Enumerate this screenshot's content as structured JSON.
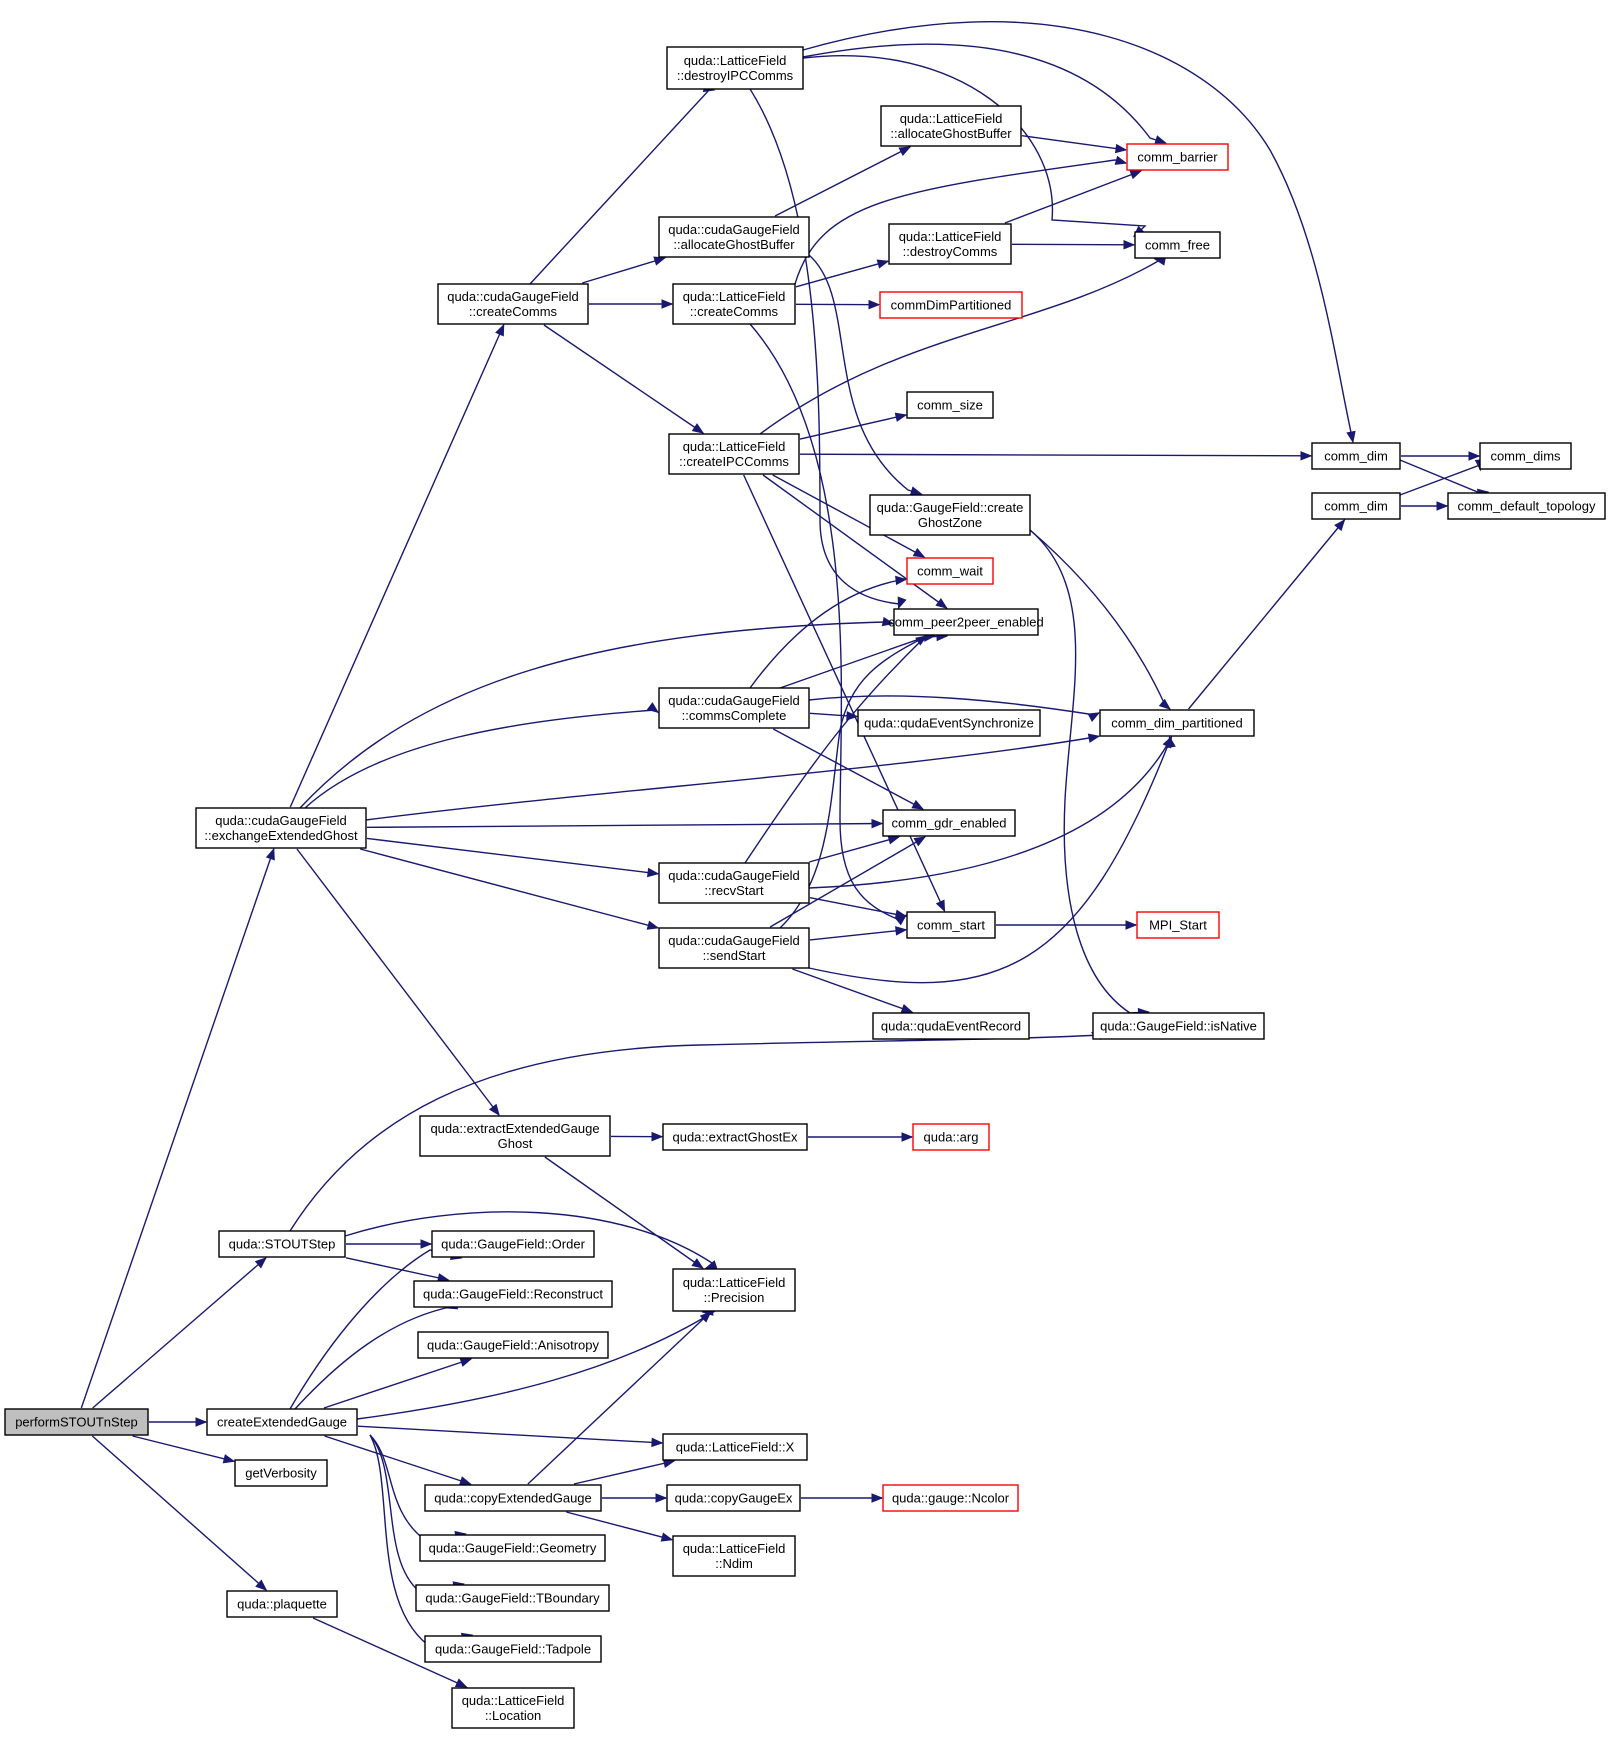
{
  "nodes": [
    {
      "id": "performSTOUTnStep",
      "lines": [
        "performSTOUTnStep"
      ],
      "style": "root"
    },
    {
      "id": "createExtendedGauge",
      "lines": [
        "createExtendedGauge"
      ],
      "style": "normal"
    },
    {
      "id": "getVerbosity",
      "lines": [
        "getVerbosity"
      ],
      "style": "normal"
    },
    {
      "id": "plaquette",
      "lines": [
        "quda::plaquette"
      ],
      "style": "normal"
    },
    {
      "id": "STOUTStep",
      "lines": [
        "quda::STOUTStep"
      ],
      "style": "normal"
    },
    {
      "id": "exchangeExtendedGhost",
      "lines": [
        "quda::cudaGaugeField",
        "::exchangeExtendedGhost"
      ],
      "style": "normal"
    },
    {
      "id": "cgf_createComms",
      "lines": [
        "quda::cudaGaugeField",
        "::createComms"
      ],
      "style": "normal"
    },
    {
      "id": "lf_destroyIPCComms",
      "lines": [
        "quda::LatticeField",
        "::destroyIPCComms"
      ],
      "style": "normal"
    },
    {
      "id": "lf_allocateGhostBuffer",
      "lines": [
        "quda::LatticeField",
        "::allocateGhostBuffer"
      ],
      "style": "normal"
    },
    {
      "id": "cgf_allocateGhostBuffer",
      "lines": [
        "quda::cudaGaugeField",
        "::allocateGhostBuffer"
      ],
      "style": "normal"
    },
    {
      "id": "lf_destroyComms",
      "lines": [
        "quda::LatticeField",
        "::destroyComms"
      ],
      "style": "normal"
    },
    {
      "id": "lf_createComms",
      "lines": [
        "quda::LatticeField",
        "::createComms"
      ],
      "style": "normal"
    },
    {
      "id": "commDimPartitioned",
      "lines": [
        "commDimPartitioned"
      ],
      "style": "red"
    },
    {
      "id": "comm_barrier",
      "lines": [
        "comm_barrier"
      ],
      "style": "red"
    },
    {
      "id": "comm_free",
      "lines": [
        "comm_free"
      ],
      "style": "normal"
    },
    {
      "id": "comm_size",
      "lines": [
        "comm_size"
      ],
      "style": "normal"
    },
    {
      "id": "lf_createIPCComms",
      "lines": [
        "quda::LatticeField",
        "::createIPCComms"
      ],
      "style": "normal"
    },
    {
      "id": "comm_dim_a",
      "lines": [
        "comm_dim"
      ],
      "style": "normal"
    },
    {
      "id": "comm_dim_b",
      "lines": [
        "comm_dim"
      ],
      "style": "normal"
    },
    {
      "id": "comm_dims",
      "lines": [
        "comm_dims"
      ],
      "style": "normal"
    },
    {
      "id": "comm_default_topology",
      "lines": [
        "comm_default_topology"
      ],
      "style": "normal"
    },
    {
      "id": "gf_createGhostZone",
      "lines": [
        "quda::GaugeField::create",
        "GhostZone"
      ],
      "style": "normal"
    },
    {
      "id": "comm_wait",
      "lines": [
        "comm_wait"
      ],
      "style": "red"
    },
    {
      "id": "comm_peer2peer_enabled",
      "lines": [
        "comm_peer2peer_enabled"
      ],
      "style": "normal"
    },
    {
      "id": "cgf_commsComplete",
      "lines": [
        "quda::cudaGaugeField",
        "::commsComplete"
      ],
      "style": "normal"
    },
    {
      "id": "qudaEventSynchronize",
      "lines": [
        "quda::qudaEventSynchronize"
      ],
      "style": "normal"
    },
    {
      "id": "comm_dim_partitioned",
      "lines": [
        "comm_dim_partitioned"
      ],
      "style": "normal"
    },
    {
      "id": "comm_gdr_enabled",
      "lines": [
        "comm_gdr_enabled"
      ],
      "style": "normal"
    },
    {
      "id": "cgf_recvStart",
      "lines": [
        "quda::cudaGaugeField",
        "::recvStart"
      ],
      "style": "normal"
    },
    {
      "id": "cgf_sendStart",
      "lines": [
        "quda::cudaGaugeField",
        "::sendStart"
      ],
      "style": "normal"
    },
    {
      "id": "comm_start",
      "lines": [
        "comm_start"
      ],
      "style": "normal"
    },
    {
      "id": "MPI_Start",
      "lines": [
        "MPI_Start"
      ],
      "style": "red"
    },
    {
      "id": "qudaEventRecord",
      "lines": [
        "quda::qudaEventRecord"
      ],
      "style": "normal"
    },
    {
      "id": "gf_isNative",
      "lines": [
        "quda::GaugeField::isNative"
      ],
      "style": "normal"
    },
    {
      "id": "extractExtendedGaugeGhost",
      "lines": [
        "quda::extractExtendedGauge",
        "Ghost"
      ],
      "style": "normal"
    },
    {
      "id": "extractGhostEx",
      "lines": [
        "quda::extractGhostEx"
      ],
      "style": "normal"
    },
    {
      "id": "quda_arg",
      "lines": [
        "quda::arg"
      ],
      "style": "red"
    },
    {
      "id": "lf_Precision",
      "lines": [
        "quda::LatticeField",
        "::Precision"
      ],
      "style": "normal"
    },
    {
      "id": "gf_Order",
      "lines": [
        "quda::GaugeField::Order"
      ],
      "style": "normal"
    },
    {
      "id": "gf_Reconstruct",
      "lines": [
        "quda::GaugeField::Reconstruct"
      ],
      "style": "normal"
    },
    {
      "id": "gf_Anisotropy",
      "lines": [
        "quda::GaugeField::Anisotropy"
      ],
      "style": "normal"
    },
    {
      "id": "lf_X",
      "lines": [
        "quda::LatticeField::X"
      ],
      "style": "normal"
    },
    {
      "id": "copyExtendedGauge",
      "lines": [
        "quda::copyExtendedGauge"
      ],
      "style": "normal"
    },
    {
      "id": "copyGaugeEx",
      "lines": [
        "quda::copyGaugeEx"
      ],
      "style": "normal"
    },
    {
      "id": "gauge_Ncolor",
      "lines": [
        "quda::gauge::Ncolor"
      ],
      "style": "red"
    },
    {
      "id": "lf_Ndim",
      "lines": [
        "quda::LatticeField",
        "::Ndim"
      ],
      "style": "normal"
    },
    {
      "id": "gf_Geometry",
      "lines": [
        "quda::GaugeField::Geometry"
      ],
      "style": "normal"
    },
    {
      "id": "gf_TBoundary",
      "lines": [
        "quda::GaugeField::TBoundary"
      ],
      "style": "normal"
    },
    {
      "id": "gf_Tadpole",
      "lines": [
        "quda::GaugeField::Tadpole"
      ],
      "style": "normal"
    },
    {
      "id": "lf_Location",
      "lines": [
        "quda::LatticeField",
        "::Location"
      ],
      "style": "normal"
    }
  ],
  "edges": [
    [
      "performSTOUTnStep",
      "createExtendedGauge"
    ],
    [
      "performSTOUTnStep",
      "getVerbosity"
    ],
    [
      "performSTOUTnStep",
      "plaquette"
    ],
    [
      "performSTOUTnStep",
      "STOUTStep"
    ],
    [
      "performSTOUTnStep",
      "exchangeExtendedGhost"
    ],
    [
      "plaquette",
      "lf_Location"
    ],
    [
      "STOUTStep",
      "gf_isNative"
    ],
    [
      "STOUTStep",
      "lf_Precision"
    ],
    [
      "STOUTStep",
      "gf_Order"
    ],
    [
      "STOUTStep",
      "gf_Reconstruct"
    ],
    [
      "createExtendedGauge",
      "gf_Order"
    ],
    [
      "createExtendedGauge",
      "gf_Reconstruct"
    ],
    [
      "createExtendedGauge",
      "gf_Anisotropy"
    ],
    [
      "createExtendedGauge",
      "lf_Precision"
    ],
    [
      "createExtendedGauge",
      "lf_X"
    ],
    [
      "createExtendedGauge",
      "copyExtendedGauge"
    ],
    [
      "createExtendedGauge",
      "gf_Geometry"
    ],
    [
      "createExtendedGauge",
      "gf_TBoundary"
    ],
    [
      "createExtendedGauge",
      "gf_Tadpole"
    ],
    [
      "copyExtendedGauge",
      "lf_Precision"
    ],
    [
      "copyExtendedGauge",
      "lf_X"
    ],
    [
      "copyExtendedGauge",
      "copyGaugeEx"
    ],
    [
      "copyExtendedGauge",
      "lf_Ndim"
    ],
    [
      "copyGaugeEx",
      "gauge_Ncolor"
    ],
    [
      "exchangeExtendedGhost",
      "cgf_createComms"
    ],
    [
      "exchangeExtendedGhost",
      "comm_peer2peer_enabled"
    ],
    [
      "exchangeExtendedGhost",
      "cgf_commsComplete"
    ],
    [
      "exchangeExtendedGhost",
      "comm_dim_partitioned"
    ],
    [
      "exchangeExtendedGhost",
      "comm_gdr_enabled"
    ],
    [
      "exchangeExtendedGhost",
      "cgf_recvStart"
    ],
    [
      "exchangeExtendedGhost",
      "cgf_sendStart"
    ],
    [
      "exchangeExtendedGhost",
      "extractExtendedGaugeGhost"
    ],
    [
      "extractExtendedGaugeGhost",
      "extractGhostEx"
    ],
    [
      "extractExtendedGaugeGhost",
      "lf_Precision"
    ],
    [
      "extractGhostEx",
      "quda_arg"
    ],
    [
      "cgf_createComms",
      "lf_destroyIPCComms"
    ],
    [
      "cgf_createComms",
      "cgf_allocateGhostBuffer"
    ],
    [
      "cgf_createComms",
      "lf_createComms"
    ],
    [
      "cgf_createComms",
      "lf_createIPCComms"
    ],
    [
      "lf_destroyIPCComms",
      "comm_barrier"
    ],
    [
      "lf_destroyIPCComms",
      "comm_free"
    ],
    [
      "lf_destroyIPCComms",
      "comm_dim_a"
    ],
    [
      "lf_destroyIPCComms",
      "comm_peer2peer_enabled"
    ],
    [
      "lf_allocateGhostBuffer",
      "comm_barrier"
    ],
    [
      "cgf_allocateGhostBuffer",
      "lf_allocateGhostBuffer"
    ],
    [
      "cgf_allocateGhostBuffer",
      "gf_createGhostZone"
    ],
    [
      "lf_createComms",
      "comm_barrier"
    ],
    [
      "lf_createComms",
      "lf_destroyComms"
    ],
    [
      "lf_createComms",
      "commDimPartitioned"
    ],
    [
      "lf_createComms",
      "comm_start"
    ],
    [
      "lf_destroyComms",
      "comm_barrier"
    ],
    [
      "lf_destroyComms",
      "comm_free"
    ],
    [
      "lf_createIPCComms",
      "comm_free"
    ],
    [
      "lf_createIPCComms",
      "comm_size"
    ],
    [
      "lf_createIPCComms",
      "comm_dim_a"
    ],
    [
      "lf_createIPCComms",
      "comm_wait"
    ],
    [
      "lf_createIPCComms",
      "comm_peer2peer_enabled"
    ],
    [
      "lf_createIPCComms",
      "comm_start"
    ],
    [
      "comm_dim_a",
      "comm_dims"
    ],
    [
      "comm_dim_a",
      "comm_default_topology"
    ],
    [
      "comm_dim_b",
      "comm_dims"
    ],
    [
      "comm_dim_b",
      "comm_default_topology"
    ],
    [
      "comm_dim_partitioned",
      "comm_dim_b"
    ],
    [
      "gf_createGhostZone",
      "comm_dim_partitioned"
    ],
    [
      "gf_createGhostZone",
      "gf_isNative"
    ],
    [
      "cgf_commsComplete",
      "comm_wait"
    ],
    [
      "cgf_commsComplete",
      "comm_peer2peer_enabled"
    ],
    [
      "cgf_commsComplete",
      "qudaEventSynchronize"
    ],
    [
      "cgf_commsComplete",
      "comm_dim_partitioned"
    ],
    [
      "cgf_commsComplete",
      "comm_gdr_enabled"
    ],
    [
      "cgf_recvStart",
      "comm_peer2peer_enabled"
    ],
    [
      "cgf_recvStart",
      "comm_gdr_enabled"
    ],
    [
      "cgf_recvStart",
      "comm_dim_partitioned"
    ],
    [
      "cgf_recvStart",
      "comm_start"
    ],
    [
      "cgf_sendStart",
      "comm_peer2peer_enabled"
    ],
    [
      "cgf_sendStart",
      "comm_gdr_enabled"
    ],
    [
      "cgf_sendStart",
      "comm_start"
    ],
    [
      "cgf_sendStart",
      "comm_dim_partitioned"
    ],
    [
      "cgf_sendStart",
      "qudaEventRecord"
    ],
    [
      "comm_start",
      "MPI_Start"
    ]
  ],
  "colors": {
    "edge": "#191970",
    "root_fill": "#bfbfbf",
    "red_border": "#ff0000",
    "border": "#000000"
  }
}
